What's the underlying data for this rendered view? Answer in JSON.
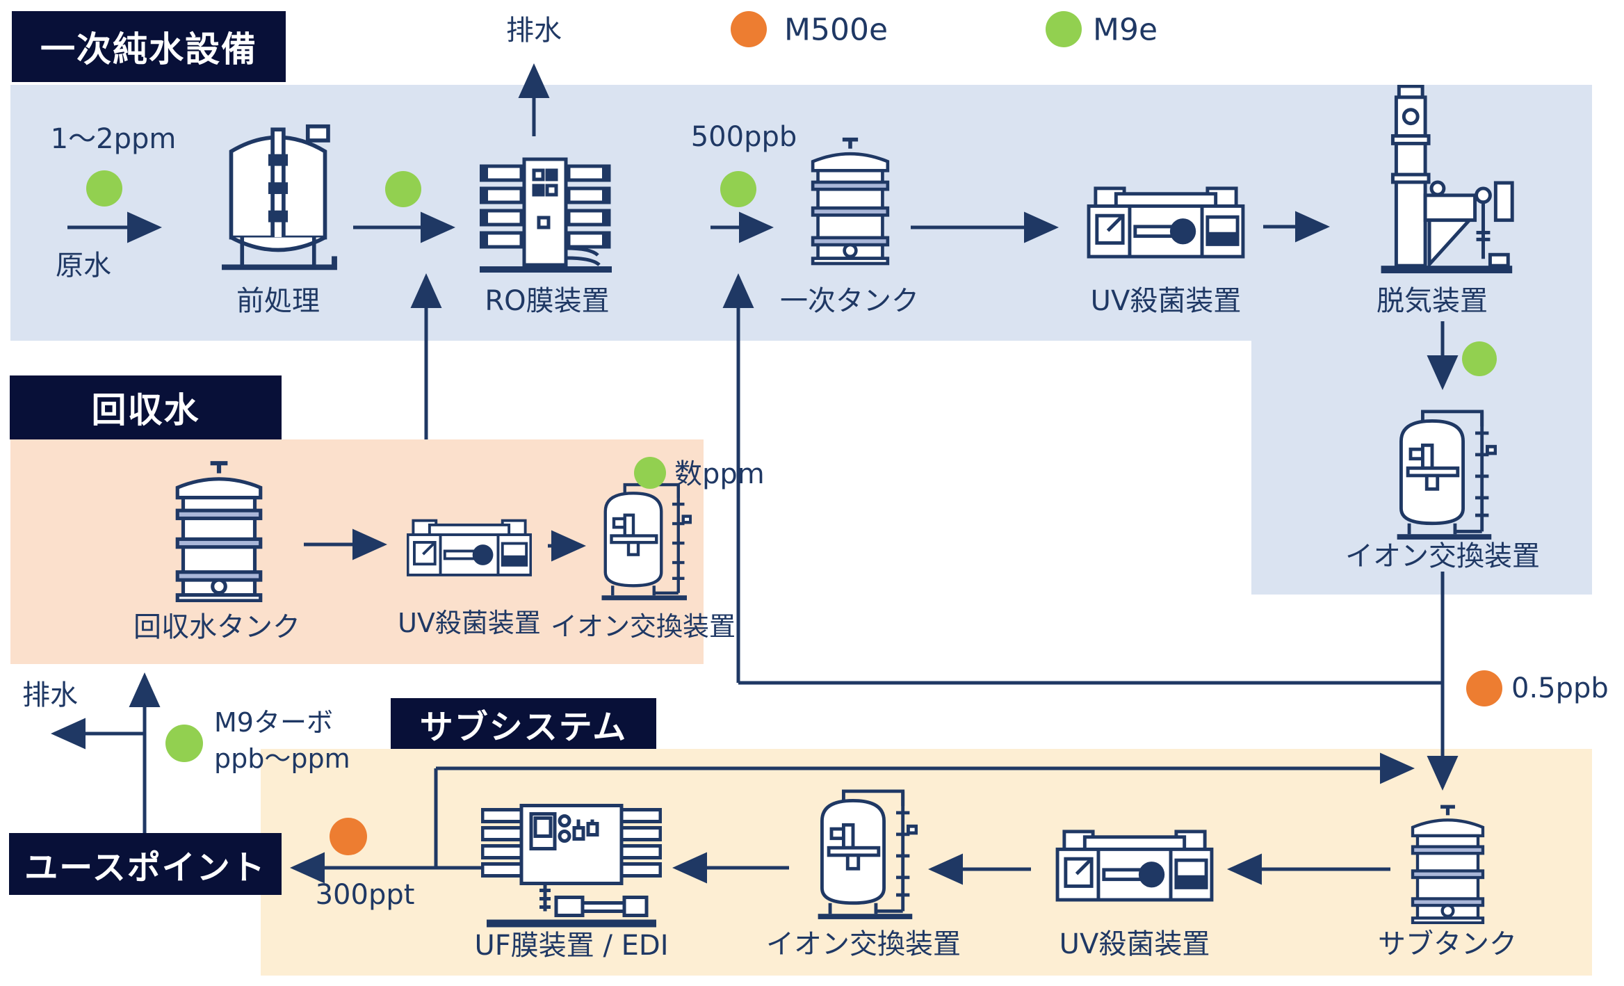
{
  "colors": {
    "navy_line": "#1f3864",
    "header_bg": "#081038",
    "blue_bg": "#dae3f1",
    "peach_bg": "#fbe0cc",
    "cream_bg": "#fdeed3",
    "green_dot": "#92d050",
    "orange_dot": "#ed7d31"
  },
  "legend": {
    "m500e": "M500e",
    "m9e": "M9e"
  },
  "sections": {
    "primary": {
      "title": "一次純水設備"
    },
    "recovery": {
      "title": "回収水"
    },
    "subsystem": {
      "title": "サブシステム"
    }
  },
  "use_point_label": "ユースポイント",
  "equipment": {
    "pretreatment": "前処理",
    "ro": "RO膜装置",
    "primary_tank": "一次タンク",
    "uv_primary": "UV殺菌装置",
    "deaerator": "脱気装置",
    "ion_primary": "イオン交換装置",
    "recovery_tank": "回収水タンク",
    "uv_recovery": "UV殺菌装置",
    "ion_recovery": "イオン交換装置",
    "sub_tank": "サブタンク",
    "uv_sub": "UV殺菌装置",
    "ion_sub": "イオン交換装置",
    "uf_edi": "UF膜装置 / EDI"
  },
  "measurements": {
    "inlet": "1〜2ppm",
    "after_ro": "500ppb",
    "recovery": "数ppm",
    "polish": "0.5ppb",
    "use_point": "300ppt",
    "m9_turbo_line1": "M9ターボ",
    "m9_turbo_line2": "ppb〜ppm"
  },
  "flow": {
    "raw_water": "原水",
    "drain_top": "排水",
    "drain_left": "排水"
  }
}
